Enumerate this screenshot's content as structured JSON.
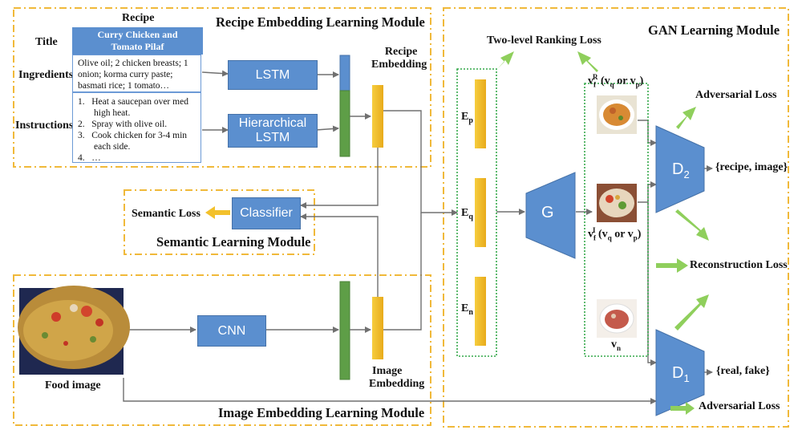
{
  "modules": {
    "recipe": "Recipe Embedding Learning Module",
    "gan": "GAN Learning Module",
    "semantic": "Semantic Learning Module",
    "image": "Image Embedding Learning Module"
  },
  "recipe_table": {
    "header": "Recipe",
    "row_labels": {
      "title": "Title",
      "ingredients": "Ingredients",
      "instructions": "Instructions"
    },
    "title_value": "Curry Chicken and Tomato Pilaf",
    "ingredients_lines": [
      "Olive oil; 2 chicken breasts; 1",
      "onion; korma curry paste;",
      "basmati rice; 1 tomato…"
    ],
    "instructions": [
      {
        "num": "1.",
        "lines": [
          "Heat a saucepan over med",
          "high heat."
        ]
      },
      {
        "num": "2.",
        "lines": [
          "Spray with olive oil."
        ]
      },
      {
        "num": "3.",
        "lines": [
          "Cook chicken for 3-4 min",
          "each side."
        ]
      },
      {
        "num": "4.",
        "lines": [
          "…"
        ]
      }
    ]
  },
  "blocks": {
    "lstm": "LSTM",
    "hier_lstm_1": "Hierarchical",
    "hier_lstm_2": "LSTM",
    "cnn": "CNN",
    "classifier": "Classifier",
    "generator": "G",
    "d2_base": "D",
    "d2_sub": "2",
    "d1_base": "D",
    "d1_sub": "1"
  },
  "labels": {
    "recipe_embedding_1": "Recipe",
    "recipe_embedding_2": "Embedding",
    "image_embedding_1": "Image",
    "image_embedding_2": "Embedding",
    "food_image": "Food image",
    "semantic_loss": "Semantic Loss",
    "two_level_ranking_loss": "Two-level Ranking Loss",
    "adversarial_loss_top": "Adversarial Loss",
    "adversarial_loss_bottom": "Adversarial Loss",
    "reconstruction_loss": "Reconstruction Loss",
    "recipe_image_pair": "{recipe, image}",
    "real_fake": "{real, fake}",
    "ep": {
      "base": "E",
      "sub": "p"
    },
    "eq": {
      "base": "E",
      "sub": "q"
    },
    "en": {
      "base": "E",
      "sub": "n"
    },
    "vfR": {
      "base": "v",
      "sub": "f",
      "sup": "R",
      "rest_a": " (v",
      "sub_q": "q",
      "mid": " or v",
      "sub_p": "p",
      "end": ")"
    },
    "vfI": {
      "base": "v",
      "sub": "f",
      "sup": "I",
      "rest_a": " (v",
      "sub_q": "q",
      "mid": " or v",
      "sub_p": "p",
      "end": ")"
    },
    "vn": {
      "base": "v",
      "sub": "n"
    }
  },
  "colors": {
    "module_border": "#f0b93a",
    "blue": "#5b8fcf",
    "green_bar": "#5e9e47",
    "yellow_bar": "#f3c12c",
    "green_arrow": "#8fcf5c",
    "dotted_green": "#35a84a",
    "line_gray": "#707070"
  }
}
